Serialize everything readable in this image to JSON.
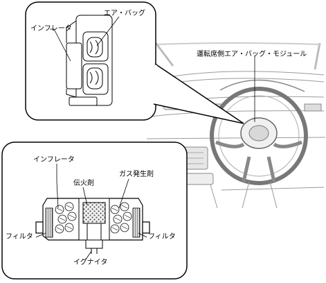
{
  "labels": {
    "top_inflator": "インフレータ",
    "top_airbag": "エア・バッグ",
    "driver_module": "運転席側エア・バッグ・モジュール",
    "bottom_inflator": "インフレータ",
    "igniter_charge": "伝火剤",
    "gas_generant": "ガス発生剤",
    "filter_left": "フィルタ",
    "filter_right": "フィルタ",
    "igniter": "イグナイタ"
  }
}
